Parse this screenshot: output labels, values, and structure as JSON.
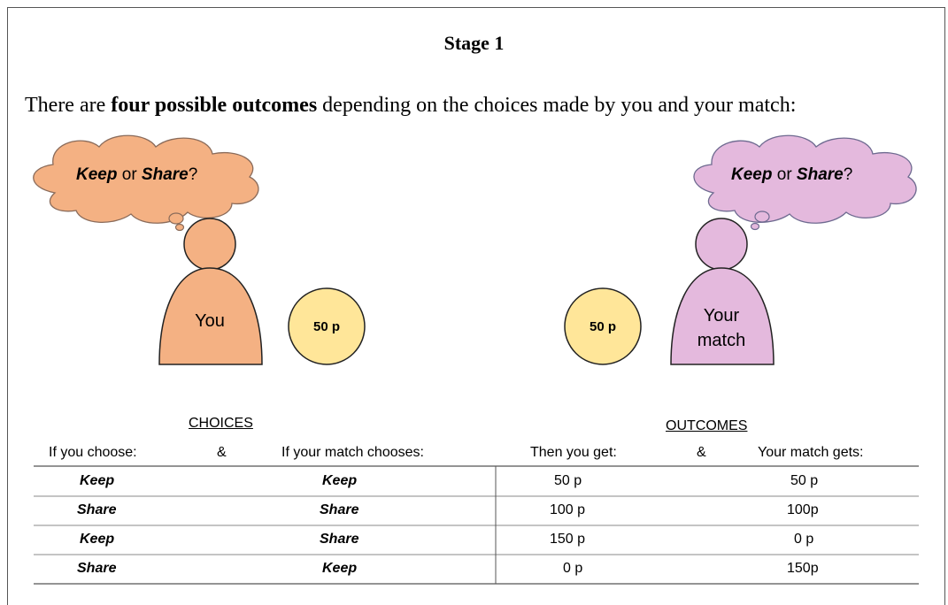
{
  "stage_title": "Stage 1",
  "intro": {
    "before": "There are ",
    "bold": "four possible outcomes",
    "after": " depending on the choices made by you and your match:"
  },
  "thought": {
    "keep": "Keep",
    "or": " or ",
    "share": "Share",
    "q": "?"
  },
  "you_label": "You",
  "match_label_1": "Your",
  "match_label_2": "match",
  "coin": "50 p",
  "colors": {
    "you": "#f4b183",
    "match": "#e4b9dd",
    "coin": "#ffe699"
  },
  "table": {
    "choices_header": "CHOICES",
    "outcomes_header": "OUTCOMES",
    "columns": [
      "If you choose:",
      "&",
      "If your match chooses:",
      "Then you get:",
      "&",
      "Your match gets:"
    ],
    "rows": [
      [
        "Keep",
        "Keep",
        "50 p",
        "50 p"
      ],
      [
        "Share",
        "Share",
        "100 p",
        "100p"
      ],
      [
        "Keep",
        "Share",
        "150 p",
        "0 p"
      ],
      [
        "Share",
        "Keep",
        "0 p",
        "150p"
      ]
    ]
  }
}
